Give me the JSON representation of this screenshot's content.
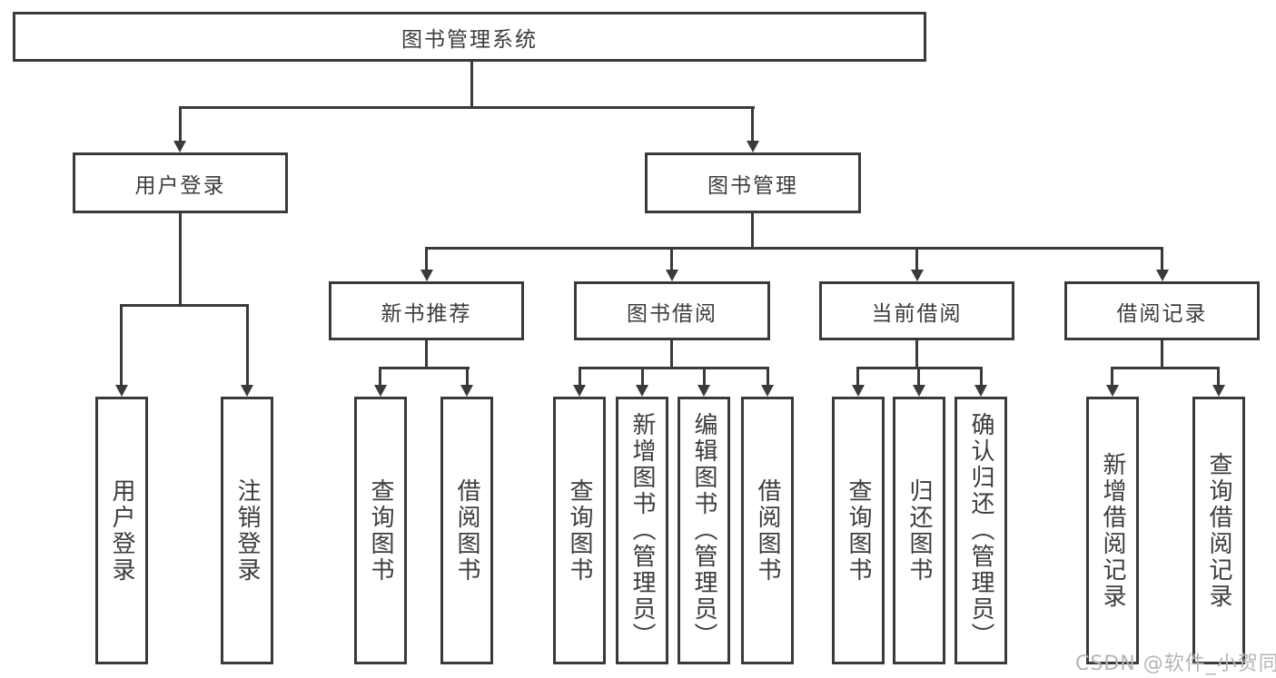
{
  "diagram_type": "hierarchy-tree",
  "colors": {
    "line": "#3a3a3a",
    "text": "#3c3c3c",
    "background": "#ffffff",
    "watermark": "#b5b5b5"
  },
  "tree": {
    "root": {
      "label": "图书管理系统",
      "children": [
        {
          "label": "用户登录",
          "children": [
            {
              "label": "用户登录"
            },
            {
              "label": "注销登录"
            }
          ]
        },
        {
          "label": "图书管理",
          "children": [
            {
              "label": "新书推荐",
              "children": [
                {
                  "label": "查询图书"
                },
                {
                  "label": "借阅图书"
                }
              ]
            },
            {
              "label": "图书借阅",
              "children": [
                {
                  "label": "查询图书"
                },
                {
                  "label": "新增图书（管理员）"
                },
                {
                  "label": "编辑图书（管理员）"
                },
                {
                  "label": "借阅图书"
                }
              ]
            },
            {
              "label": "当前借阅",
              "children": [
                {
                  "label": "查询图书"
                },
                {
                  "label": "归还图书"
                },
                {
                  "label": "确认归还（管理员）"
                }
              ]
            },
            {
              "label": "借阅记录",
              "children": [
                {
                  "label": "新增借阅记录"
                },
                {
                  "label": "查询借阅记录"
                }
              ]
            }
          ]
        }
      ]
    }
  },
  "watermark": {
    "text": "CSDN @软件_小贺同学"
  }
}
